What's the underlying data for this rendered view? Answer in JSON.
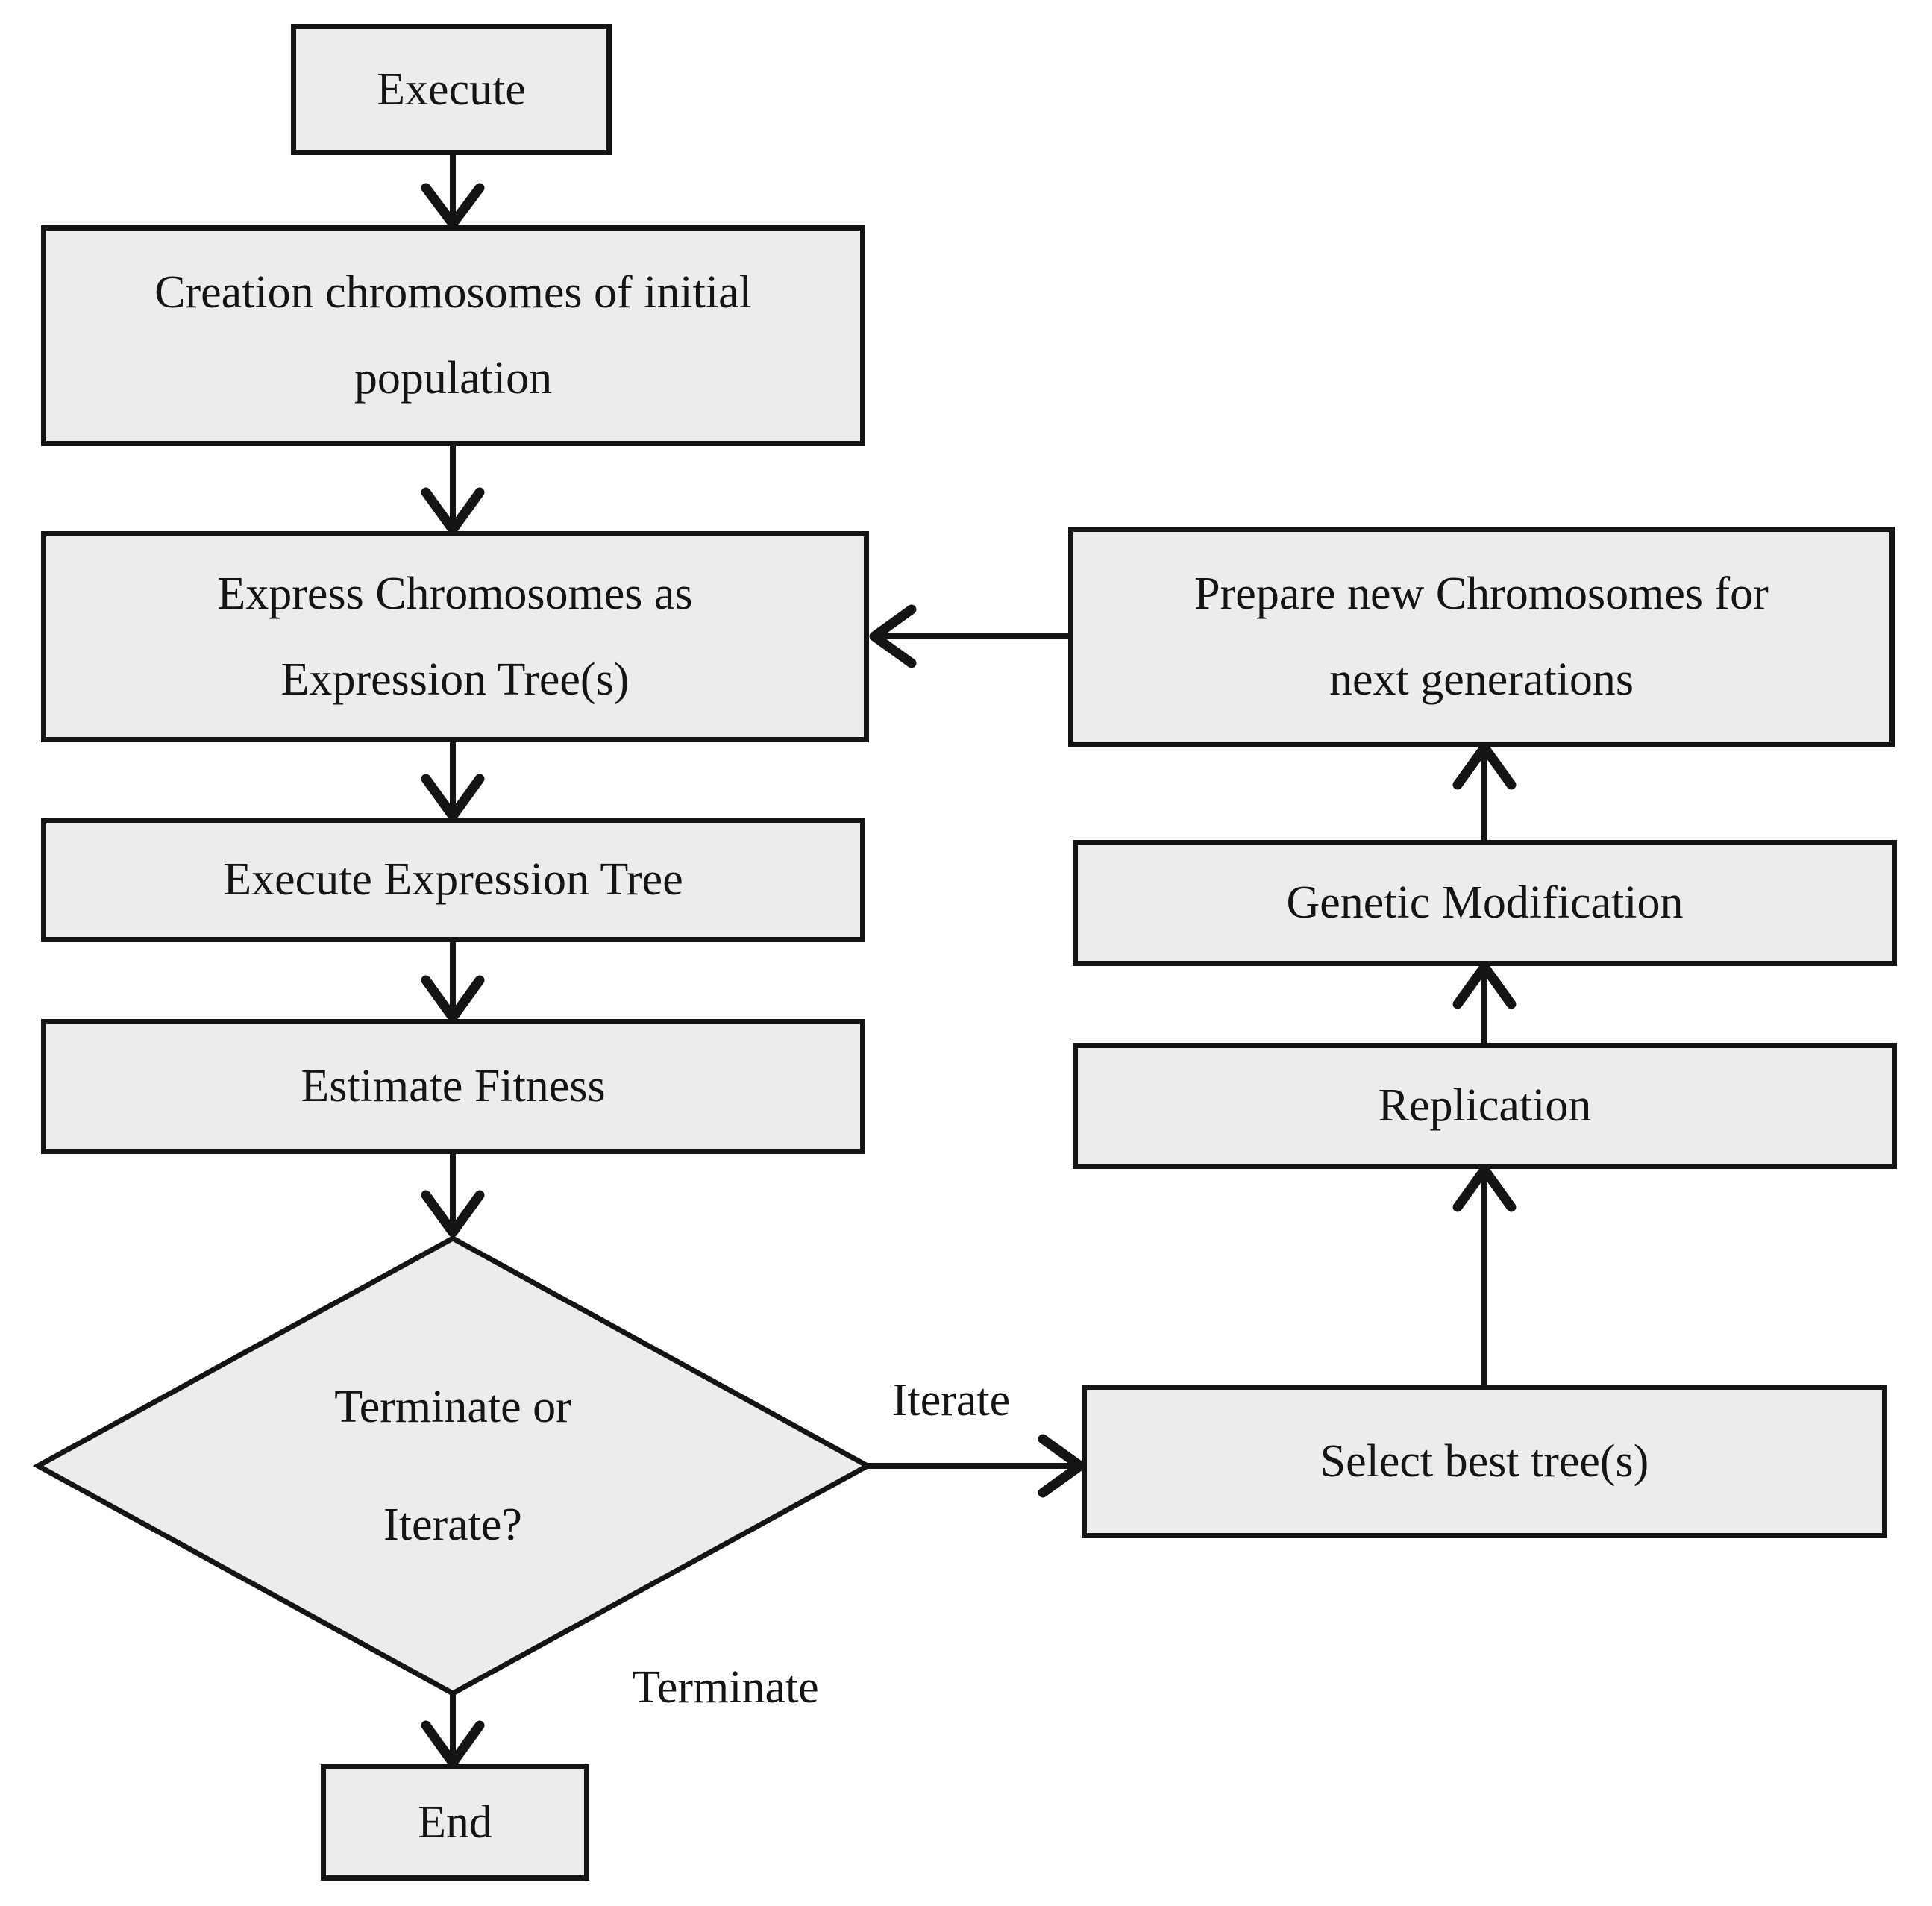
{
  "palette": {
    "background": "#ffffff",
    "node_fill": "#ececeb",
    "line": "#141414",
    "text": "#141414"
  },
  "nodes": {
    "execute": {
      "label": "Execute"
    },
    "creation": {
      "line1": "Creation chromosomes of initial",
      "line2": "population"
    },
    "express": {
      "line1": "Express Chromosomes as",
      "line2": "Expression Tree(s)"
    },
    "execute_tree": {
      "label": "Execute Expression Tree"
    },
    "estimate_fitness": {
      "label": "Estimate Fitness"
    },
    "decision": {
      "line1": "Terminate or",
      "line2": "Iterate?"
    },
    "end": {
      "label": "End"
    },
    "prepare": {
      "line1": "Prepare new Chromosomes for",
      "line2": "next generations"
    },
    "genetic_modification": {
      "label": "Genetic Modification"
    },
    "replication": {
      "label": "Replication"
    },
    "select_best": {
      "label": "Select best tree(s)"
    }
  },
  "edge_labels": {
    "iterate": "Iterate",
    "terminate": "Terminate"
  }
}
